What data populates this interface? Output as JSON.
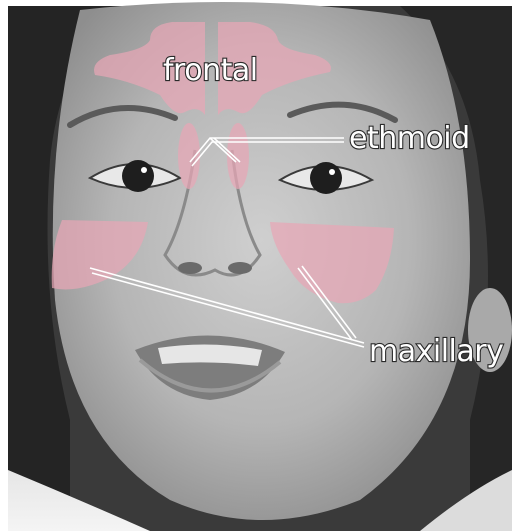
{
  "diagram": {
    "labels": {
      "frontal": "frontal",
      "ethmoid": "ethmoid",
      "maxillary": "maxillary"
    },
    "colors": {
      "sinus_fill": "#e8a6b6",
      "leader_line": "#ffffff",
      "photo_background": "#6f6f6f"
    }
  }
}
